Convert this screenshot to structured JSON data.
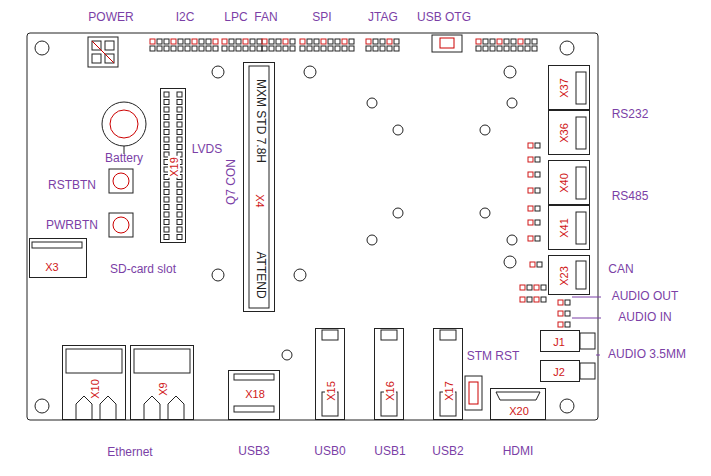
{
  "diagram": {
    "nodes": [
      {
        "text": [
          "MXM STD 7.8H",
          "ATTEND",
          "X4"
        ]
      },
      {
        "text": [
          "X19"
        ]
      },
      {
        "text": [
          "X3"
        ]
      },
      {
        "text": [
          "X10"
        ]
      },
      {
        "text": [
          "X9"
        ]
      },
      {
        "text": [
          "X18"
        ]
      },
      {
        "text": [
          "X15"
        ]
      },
      {
        "text": [
          "X16"
        ]
      },
      {
        "text": [
          "X17"
        ]
      },
      {
        "text": [
          "X20"
        ]
      },
      {
        "text": [
          "X37"
        ]
      },
      {
        "text": [
          "X36"
        ]
      },
      {
        "text": [
          "X40"
        ]
      },
      {
        "text": [
          "X41"
        ]
      },
      {
        "text": [
          "X23"
        ]
      },
      {
        "text": [
          "J1"
        ]
      },
      {
        "text": [
          "J2"
        ]
      }
    ],
    "labels": [
      "POWER",
      "I2C",
      "LPC",
      "FAN",
      "SPI",
      "JTAG",
      "USB OTG",
      "Battery",
      "RSTBTN",
      "PWRBTN",
      "LVDS",
      "Q7 CON",
      "SD-card slot",
      "RS232",
      "RS485",
      "CAN",
      "AUDIO OUT",
      "AUDIO IN",
      "AUDIO 3.5MM",
      "STM RST",
      "Ethernet",
      "USB3",
      "USB0",
      "USB1",
      "USB2",
      "HDMI"
    ]
  }
}
